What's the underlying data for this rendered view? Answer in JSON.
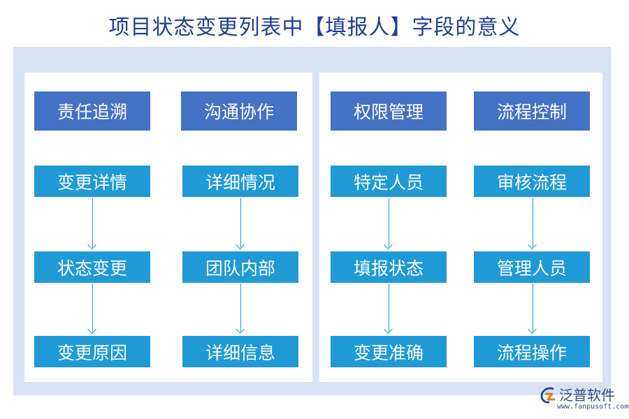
{
  "title": "项目状态变更列表中【填报人】字段的意义",
  "colors": {
    "header": "#4472c4",
    "item": "#1f9ad6",
    "background": "#d9e2f3",
    "title": "#1f3f8f"
  },
  "columns": [
    {
      "header": "责任追溯",
      "items": [
        "变更详情",
        "状态变更",
        "变更原因"
      ]
    },
    {
      "header": "沟通协作",
      "items": [
        "详细情况",
        "团队内部",
        "详细信息"
      ]
    },
    {
      "header": "权限管理",
      "items": [
        "特定人员",
        "填报状态",
        "变更准确"
      ]
    },
    {
      "header": "流程控制",
      "items": [
        "审核流程",
        "管理人员",
        "流程操作"
      ]
    }
  ],
  "logo": {
    "name": "泛普软件",
    "url": "www.fanpusoft.com",
    "icon": "fanpu-logo-icon"
  }
}
